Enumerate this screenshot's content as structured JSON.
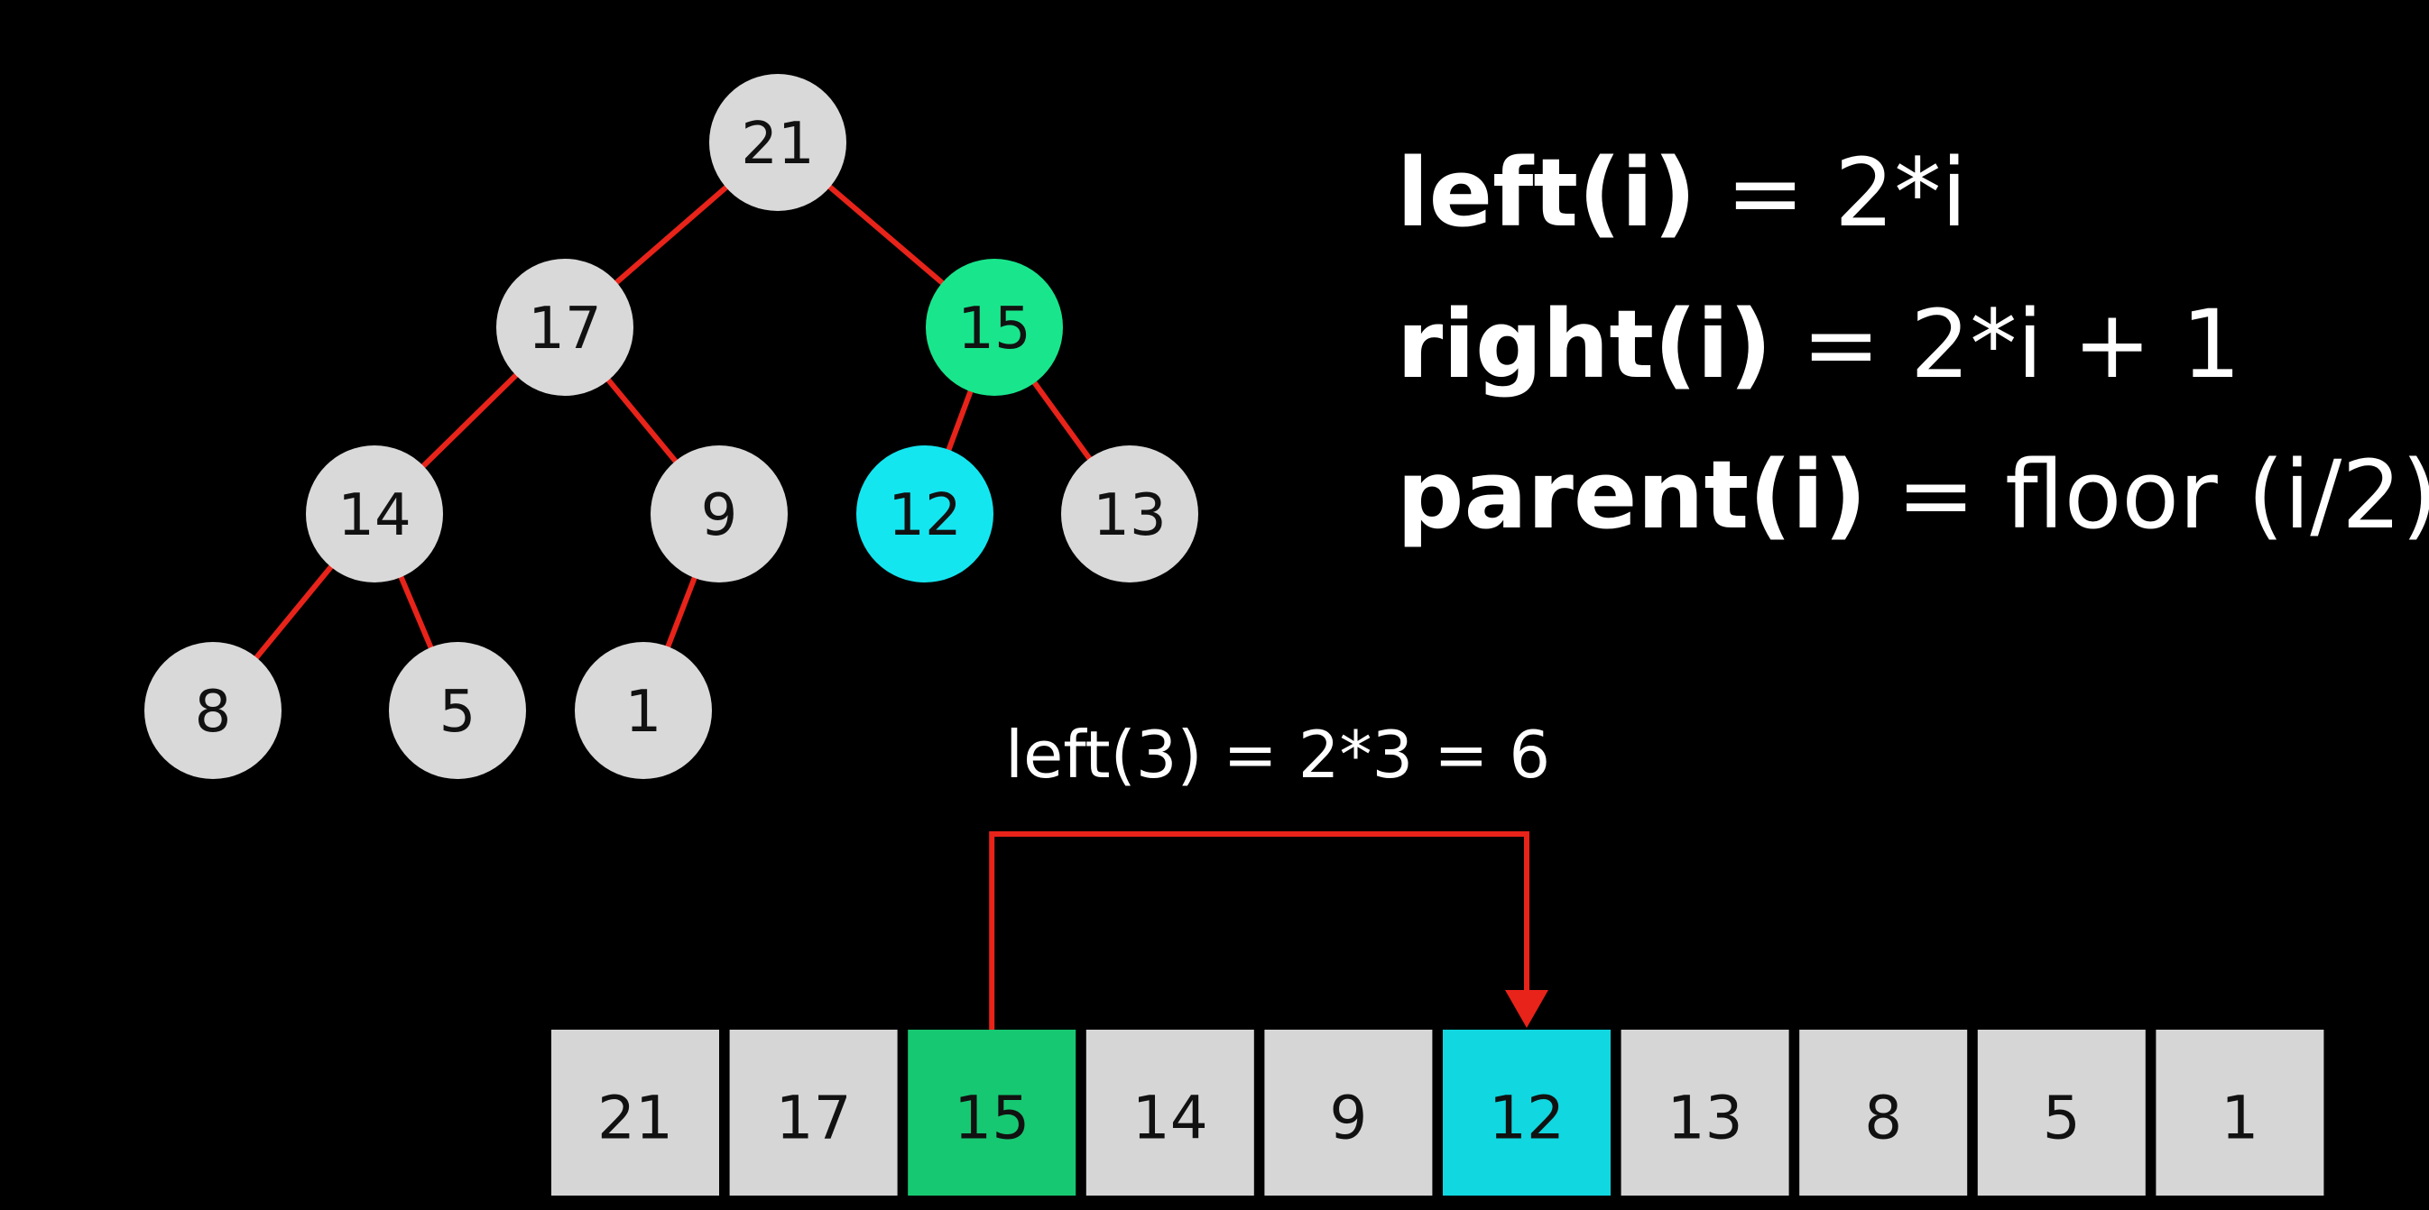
{
  "colors": {
    "background": "#000000",
    "node_default": "#d9d9d9",
    "node_parent_highlight": "#19e68c",
    "node_child_highlight": "#14e6f0",
    "edge": "#e8231a",
    "arrow": "#e8231a",
    "cell_default": "#d6d6d6",
    "cell_parent_highlight": "#17c872",
    "cell_child_highlight": "#10d7e0"
  },
  "formulas": [
    {
      "keyword": "left(i)",
      "expression": " = 2*i"
    },
    {
      "keyword": "right(i)",
      "expression": " = 2*i + 1"
    },
    {
      "keyword": "parent(i)",
      "expression": " = floor (i/2)"
    }
  ],
  "annotation": "left(3) = 2*3 = 6",
  "tree": {
    "nodes": [
      {
        "index": 1,
        "value": "21",
        "state": "default"
      },
      {
        "index": 2,
        "value": "17",
        "state": "default"
      },
      {
        "index": 3,
        "value": "15",
        "state": "parent"
      },
      {
        "index": 4,
        "value": "14",
        "state": "default"
      },
      {
        "index": 5,
        "value": "9",
        "state": "default"
      },
      {
        "index": 6,
        "value": "12",
        "state": "child"
      },
      {
        "index": 7,
        "value": "13",
        "state": "default"
      },
      {
        "index": 8,
        "value": "8",
        "state": "default"
      },
      {
        "index": 9,
        "value": "5",
        "state": "default"
      },
      {
        "index": 10,
        "value": "1",
        "state": "default"
      }
    ]
  },
  "array": {
    "cells": [
      {
        "value": "21",
        "state": "default"
      },
      {
        "value": "17",
        "state": "default"
      },
      {
        "value": "15",
        "state": "parent"
      },
      {
        "value": "14",
        "state": "default"
      },
      {
        "value": "9",
        "state": "default"
      },
      {
        "value": "12",
        "state": "child"
      },
      {
        "value": "13",
        "state": "default"
      },
      {
        "value": "8",
        "state": "default"
      },
      {
        "value": "5",
        "state": "default"
      },
      {
        "value": "1",
        "state": "default"
      }
    ],
    "arrow_from_index": 3,
    "arrow_to_index": 6
  }
}
